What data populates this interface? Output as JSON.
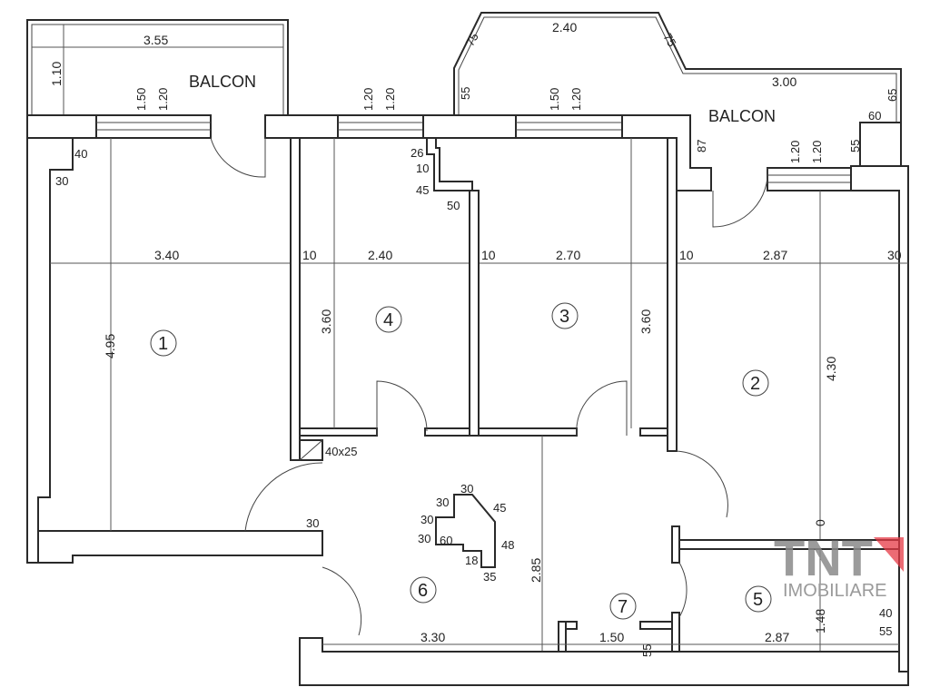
{
  "balconies": {
    "left": "BALCON",
    "right": "BALCON"
  },
  "rooms": [
    "1",
    "2",
    "3",
    "4",
    "5",
    "6",
    "7"
  ],
  "dims": [
    "3.55",
    "1.10",
    "1.50",
    "1.20",
    "1.20",
    "1.20",
    "2.40",
    "75",
    "75",
    "55",
    "1.50",
    "1.20",
    "3.00",
    "65",
    "60",
    "87",
    "1.20",
    "1.20",
    "55",
    "40",
    "30",
    "26",
    "10",
    "45",
    "50",
    "3.40",
    "10",
    "2.40",
    "10",
    "2.70",
    "10",
    "2.87",
    "30",
    "4.95",
    "3.60",
    "3.60",
    "4.30",
    "40x25",
    "30",
    "30",
    "30",
    "30",
    "30",
    "60",
    "18",
    "35",
    "45",
    "48",
    "2.85",
    "3.30",
    "1.50",
    "55",
    "2.87",
    "1.48",
    "0",
    "40",
    "55"
  ],
  "logo": {
    "brand": "TNT",
    "sub": "IMOBILIARE",
    "accent": "#e63946"
  }
}
